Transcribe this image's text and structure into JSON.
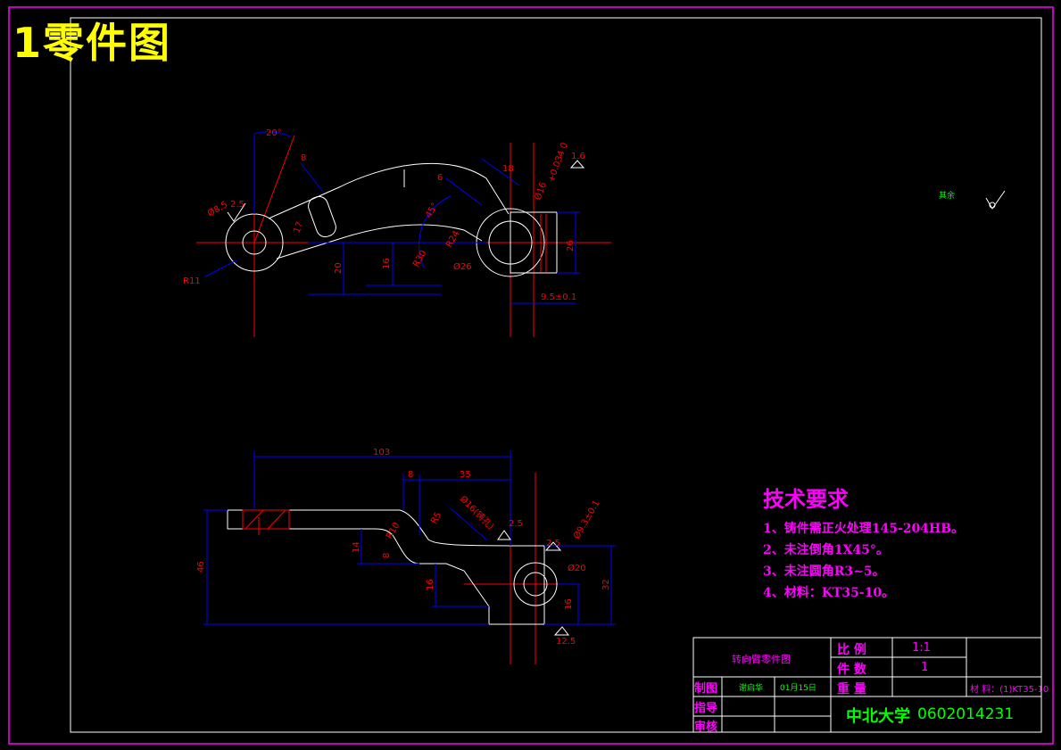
{
  "drawing": {
    "sheet_title": "1零件图",
    "surface_note": "其余",
    "tech_requirements": {
      "heading": "技术要求",
      "items": [
        "1、铸件需正火处理145-204HB。",
        "2、未注倒角1X45°。",
        "3、未注圆角R3~5。",
        "4、材料：KT35-10。"
      ]
    },
    "title_block": {
      "part_name": "转向臂零件图",
      "scale_label": "比 例",
      "scale_value": "1:1",
      "count_label": "件 数",
      "count_value": "1",
      "weight_label": "重 量",
      "material": "材 料：(1)KT35-10",
      "drawn_label": "制图",
      "drawn_by": "谢启华",
      "drawn_date": "01月15日",
      "guide_label": "指导",
      "review_label": "审核",
      "school": "中北大学",
      "student_id": "0602014231"
    },
    "dimensions_top": {
      "angle": "20°",
      "d8": "8",
      "d18": "18",
      "d6": "6",
      "phi16_tol": "Ø16",
      "tol": "+0.034\n0",
      "r16": "1.6",
      "phi8_5": "Ø8.5",
      "ra25": "2.5",
      "r11": "R11",
      "d17": "17",
      "angle45": "45°",
      "r24": "R24",
      "r30": "R30",
      "phi26": "Ø26",
      "d20": "20",
      "d16": "16",
      "d26": "26",
      "d9_5": "9.5±0.1"
    },
    "dimensions_bottom": {
      "d103": "103",
      "d8": "8",
      "d35": "35",
      "phi16": "Ø16(铸孔)",
      "r5": "R5",
      "r10": "R10",
      "ra25a": "2.5",
      "ra25b": "2.5",
      "phi9_3": "Ø9.3±0.1",
      "phi20": "Ø20",
      "d46": "46",
      "d14": "14",
      "d8b": "8",
      "d16": "16",
      "d16b": "16",
      "d32": "32",
      "ra125": "12.5"
    }
  },
  "colors": {
    "frame": "#ff00ff",
    "outline": "#ffffff",
    "center": "#ff0000",
    "dim_line": "#0000ff",
    "dim_text": "#ff0000",
    "title": "#ffff00",
    "tb_green": "#00ff00"
  }
}
